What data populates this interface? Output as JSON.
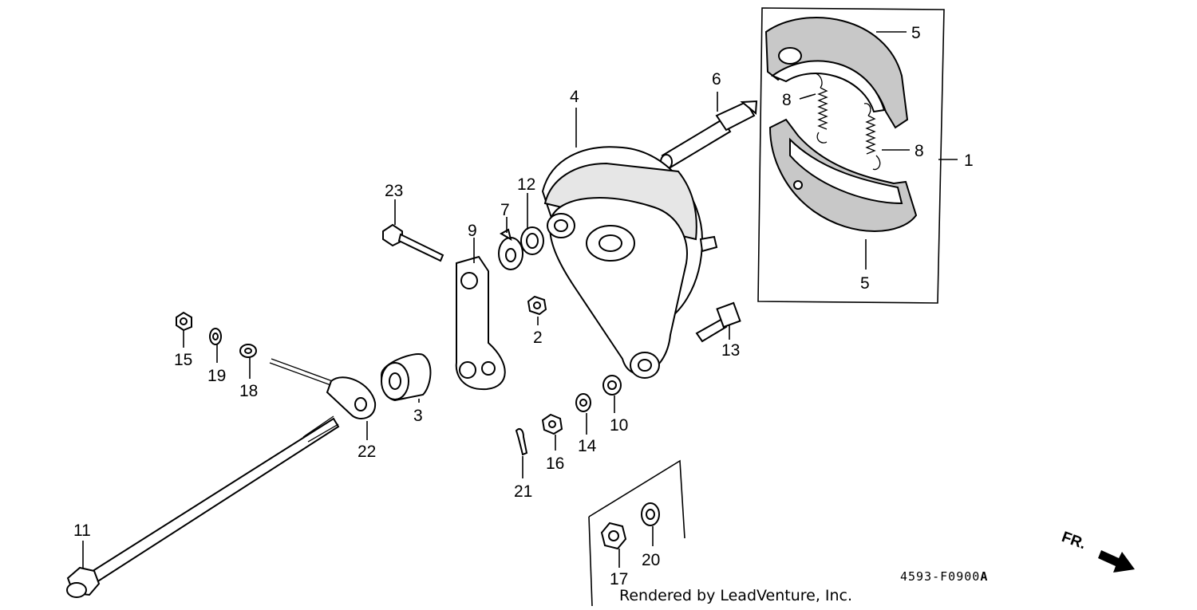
{
  "diagram": {
    "callouts": {
      "p1": "1",
      "p2": "2",
      "p3": "3",
      "p4": "4",
      "p5a": "5",
      "p5b": "5",
      "p6": "6",
      "p7": "7",
      "p8a": "8",
      "p8b": "8",
      "p9": "9",
      "p10": "10",
      "p11": "11",
      "p12": "12",
      "p13": "13",
      "p14": "14",
      "p15": "15",
      "p16": "16",
      "p17": "17",
      "p18": "18",
      "p19": "19",
      "p20": "20",
      "p21": "21",
      "p22": "22",
      "p23": "23"
    },
    "part_code": "4593-F0900",
    "part_code_suffix": "A",
    "direction_label": "FR.",
    "credit": "Rendered by LeadVenture, Inc."
  }
}
